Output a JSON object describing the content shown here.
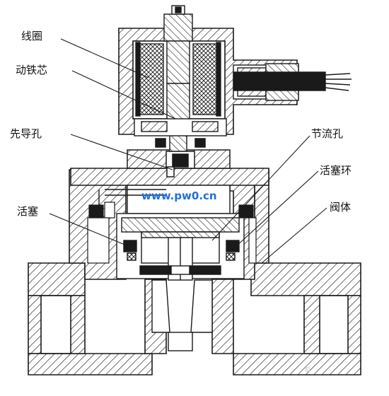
{
  "labels": {
    "coil": "线圈",
    "plunger": "动铁芯",
    "pilot_hole": "先导孔",
    "piston": "活塞",
    "throttle_hole": "节流孔",
    "piston_ring": "活塞环",
    "valve_body": "阀体"
  },
  "watermark": "www.pw0.cn",
  "corner_mark": "©",
  "colors": {
    "line": "#1a1a1a",
    "hatch": "#1a1a1a",
    "fill": "#ffffff",
    "watermark": "#1f6fe0"
  }
}
